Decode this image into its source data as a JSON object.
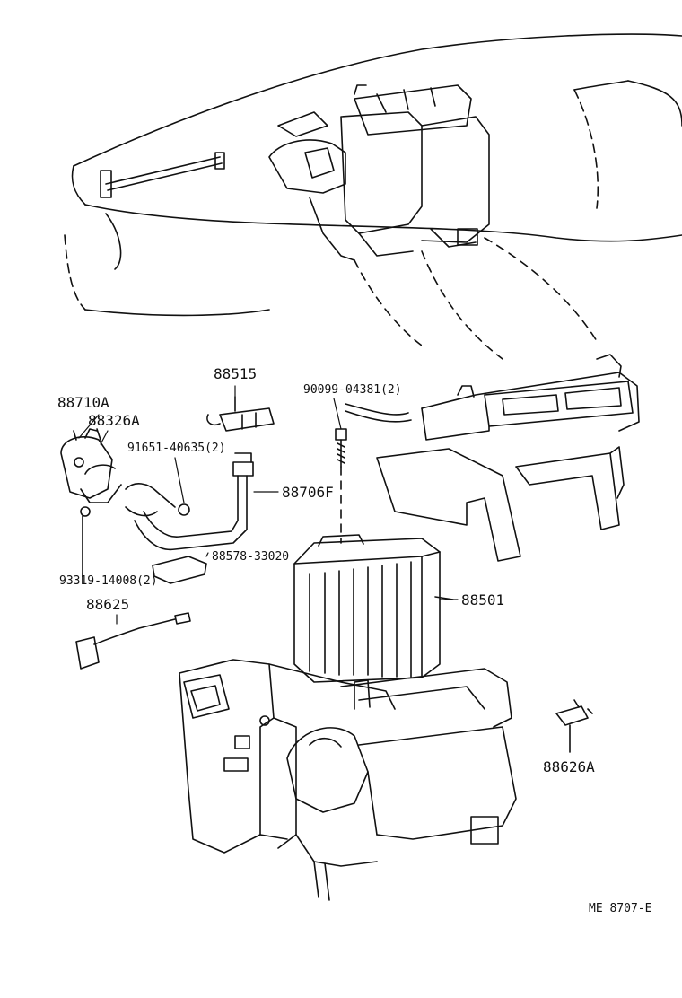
{
  "callouts": {
    "c88515": "88515",
    "c88710A": "88710A",
    "c88326A": "88326A",
    "c91651": "91651-40635(2)",
    "c88706F": "88706F",
    "c90099": "90099-04381(2)",
    "c88578": "88578-33020",
    "c93319": "93319-14008(2)",
    "c88625": "88625",
    "c88501": "88501",
    "c88626A": "88626A"
  },
  "reference_code": "ME 8707-E",
  "colors": {
    "line": "#111111",
    "background": "#ffffff"
  }
}
